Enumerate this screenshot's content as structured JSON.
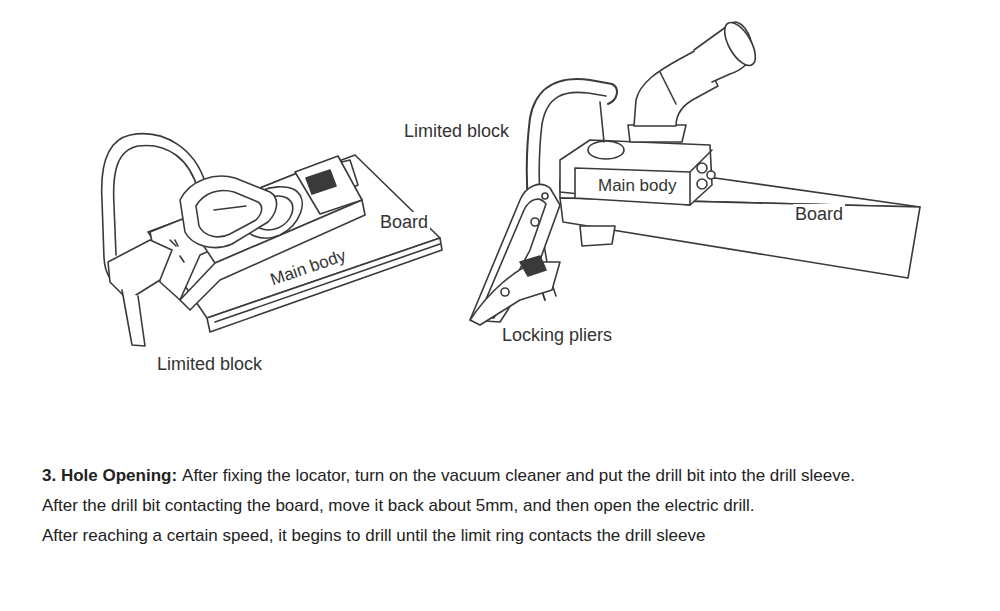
{
  "diagram": {
    "labels": [
      "Limited block",
      "Board",
      "Main body",
      "Limited block",
      "Main body",
      "Board",
      "Locking pliers",
      "3. Hole Opening:",
      "After fixing the locator, turn on the vacuum cleaner and put the drill bit into the drill sleeve.",
      "After the drill bit contacting the board, move it back about 5mm, and then open the electric drill.",
      "After reaching a certain speed, it begins to drill until the limit ring contacts the drill sleeve"
    ]
  }
}
